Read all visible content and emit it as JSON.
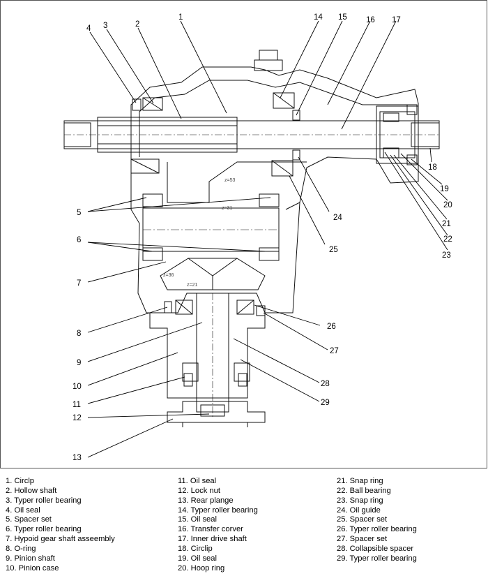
{
  "diagram": {
    "callouts": [
      "1",
      "2",
      "3",
      "4",
      "5",
      "6",
      "7",
      "8",
      "9",
      "10",
      "11",
      "12",
      "13",
      "14",
      "15",
      "16",
      "17",
      "18",
      "19",
      "20",
      "21",
      "22",
      "23",
      "24",
      "25",
      "26",
      "27",
      "28",
      "29"
    ],
    "gear_labels": [
      "z=53",
      "z=31",
      "z=36",
      "z=21"
    ]
  },
  "legend": {
    "col1": [
      "1. Circlp",
      "2. Hollow shaft",
      "3. Typer roller bearing",
      "4. Oil seal",
      "5. Spacer set",
      "6. Typer roller bearing",
      "7. Hypoid gear shaft asseembly",
      "8. O-ring",
      "9. Pinion shaft",
      "10. Pinion case"
    ],
    "col2": [
      "11. Oil seal",
      "12. Lock nut",
      "13. Rear plange",
      "14. Typer roller bearing",
      "15. Oil seal",
      "16. Transfer corver",
      "17. Inner drive shaft",
      "18. Circlip",
      "19. Oil seal",
      "20. Hoop ring"
    ],
    "col3": [
      "21. Snap ring",
      "22. Ball bearing",
      "23. Snap ring",
      "24. Oil guide",
      "25. Spacer set",
      "26. Typer roller bearing",
      "27. Spacer set",
      "28. Collapsible spacer",
      "29. Typer roller bearing"
    ]
  }
}
